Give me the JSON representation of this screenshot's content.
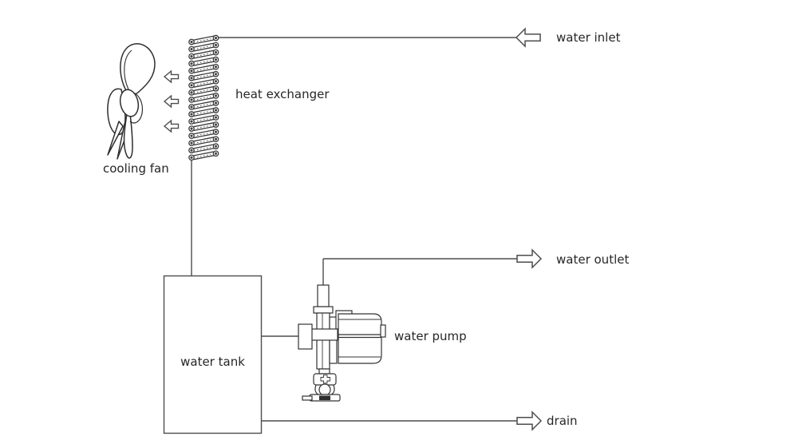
{
  "diagram": {
    "components": {
      "cooling_fan": {
        "label": "cooling fan"
      },
      "heat_exchanger": {
        "label": "heat exchanger"
      },
      "water_tank": {
        "label": "water tank"
      },
      "water_pump": {
        "label": "water pump"
      }
    },
    "ports": {
      "water_inlet": {
        "label": "water inlet",
        "arrow_direction": "left"
      },
      "water_outlet": {
        "label": "water outlet",
        "arrow_direction": "right"
      },
      "drain": {
        "label": "drain",
        "arrow_direction": "right"
      }
    },
    "airflow_arrows": {
      "count": 3,
      "direction": "left"
    },
    "colors": {
      "line": "#4d4d4d",
      "dark_line": "#333333",
      "text": "#262626",
      "background": "#ffffff"
    }
  }
}
